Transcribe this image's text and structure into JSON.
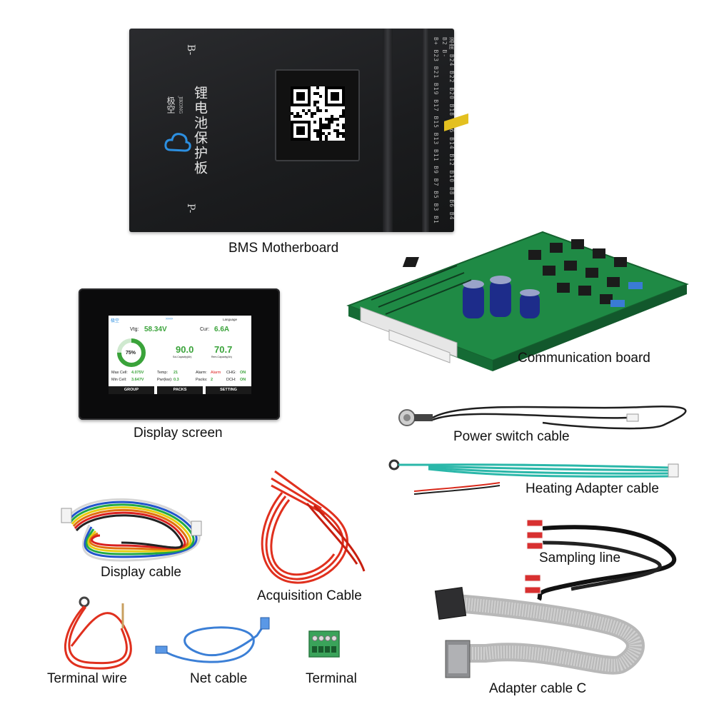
{
  "captions": {
    "bms": "BMS Motherboard",
    "communication": "Communication board",
    "display_screen": "Display screen",
    "power_switch": "Power switch cable",
    "heating": "Heating Adapter cable",
    "sampling": "Sampling line",
    "display_cable": "Display cable",
    "acquisition": "Acquisition Cable",
    "terminal_wire": "Terminal wire",
    "net_cable": "Net cable",
    "terminal": "Terminal",
    "adapter": "Adapter cable C"
  },
  "bms": {
    "brand_cn": "极空",
    "brand_en": "JIKONG",
    "title_cn": "锂电池保护板",
    "label_b": "B-",
    "label_p": "P-",
    "pins_row1": "B+ B23 B21 B19 B17 B15 B13 B11 B9 B7 B5 B3 B1",
    "pins_row2": "温度 B24 B22 B20 B18 B16 B14 B12 B10 B8 B6 B4 B2 B-"
  },
  "screen": {
    "brand": "极空",
    "arrows": "›››››",
    "language": "Language",
    "vtg_label": "Vtg:",
    "vtg_value": "58.34V",
    "cur_label": "Cur:",
    "cur_value": "6.6A",
    "soc": "75%",
    "soc_fraction": 0.75,
    "sol_capacity": "90.0",
    "sol_capacity_label": "Sol-Capacity(Ah)",
    "rem_capacity": "70.7",
    "rem_capacity_label": "Rem-Capacity(Ah)",
    "max_cell_label": "Max Cell:",
    "max_cell": "4.075V",
    "min_cell_label": "Min Cell:",
    "min_cell": "3.647V",
    "temp_label": "Temp:",
    "temp": "21",
    "pwr_label": "Pwr(kw):",
    "pwr": "0.3",
    "alarm_label": "Alarm:",
    "alarm": "Alarm",
    "packs_label": "Packs:",
    "packs": "2",
    "chg_label": "CHG:",
    "chg": "ON",
    "dch_label": "DCH:",
    "dch": "ON",
    "tabs": [
      "GROUP",
      "PACKS",
      "SETTING"
    ]
  },
  "colors": {
    "lcd_green": "#3aa33a",
    "cable_red": "#e0301e",
    "cable_cyan": "#2ab7a9",
    "pcb_green": "#1f8a45",
    "net_blue": "#3b7fd6",
    "terminal_green": "#3aa35a"
  }
}
